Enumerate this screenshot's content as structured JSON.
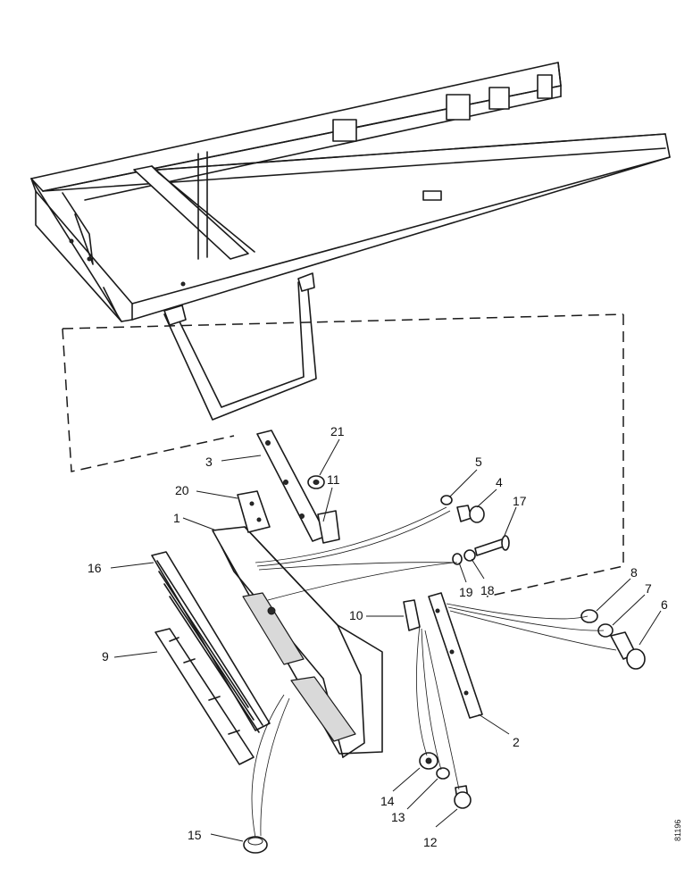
{
  "labels": {
    "p1": "1",
    "p2": "2",
    "p3": "3",
    "p4": "4",
    "p5": "5",
    "p6": "6",
    "p7": "7",
    "p8": "8",
    "p9": "9",
    "p10": "10",
    "p11": "11",
    "p12": "12",
    "p13": "13",
    "p14": "14",
    "p15": "15",
    "p16": "16",
    "p17": "17",
    "p18": "18",
    "p19": "19",
    "p20": "20",
    "p21": "21"
  },
  "reference_code": "81196"
}
